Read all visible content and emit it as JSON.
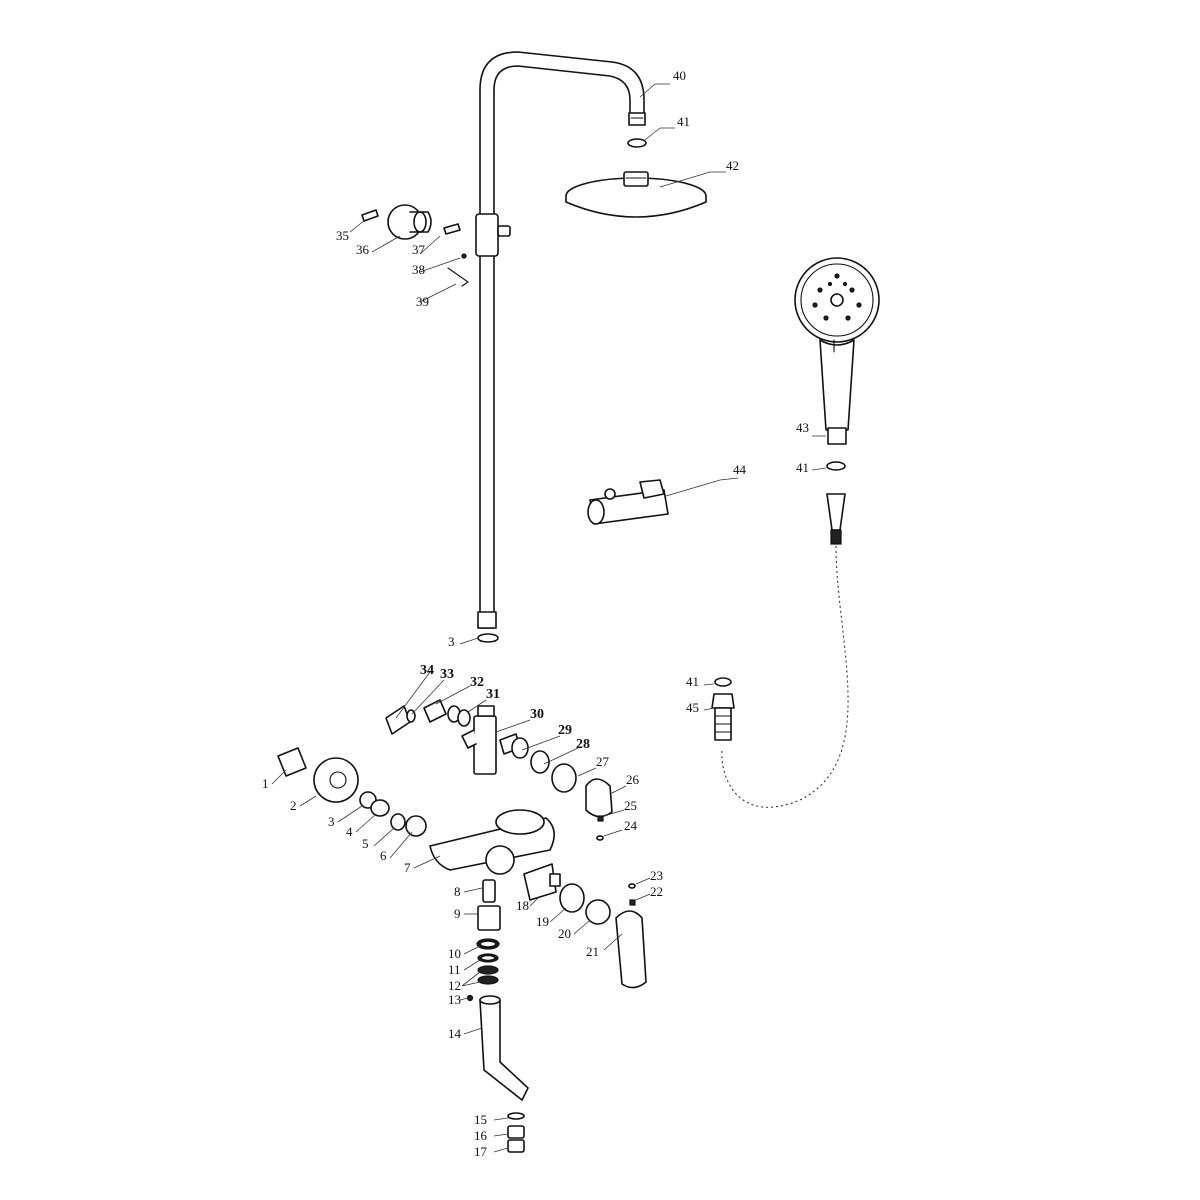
{
  "callouts": {
    "c1": "1",
    "c2": "2",
    "c3a": "3",
    "c3b": "3",
    "c4": "4",
    "c5": "5",
    "c6": "6",
    "c7": "7",
    "c8": "8",
    "c9": "9",
    "c10": "10",
    "c11": "11",
    "c12": "12",
    "c13": "13",
    "c14": "14",
    "c15": "15",
    "c16": "16",
    "c17": "17",
    "c18": "18",
    "c19": "19",
    "c20": "20",
    "c21": "21",
    "c22": "22",
    "c23": "23",
    "c24": "24",
    "c25": "25",
    "c26": "26",
    "c27": "27",
    "c28": "28",
    "c29": "29",
    "c30": "30",
    "c31": "31",
    "c32": "32",
    "c33": "33",
    "c34": "34",
    "c35": "35",
    "c36": "36",
    "c37": "37",
    "c38": "38",
    "c39": "39",
    "c40": "40",
    "c41a": "41",
    "c41b": "41",
    "c41c": "41",
    "c42": "42",
    "c43": "43",
    "c44": "44",
    "c45": "45"
  },
  "colors": {
    "line": "#111111",
    "background": "#ffffff"
  }
}
